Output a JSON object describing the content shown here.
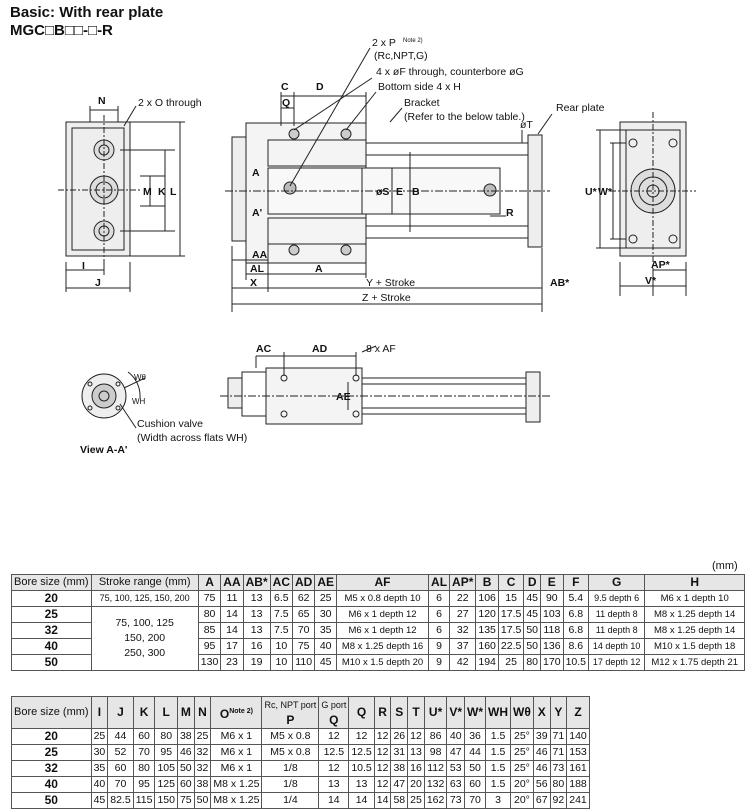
{
  "title": "Basic: With rear plate",
  "model": "MGC□B□□-□-R",
  "unit": "(mm)",
  "drawing": {
    "labels": {
      "n": "N",
      "o_through": "2 x O through",
      "m": "M",
      "k": "K",
      "l": "L",
      "i": "I",
      "j": "J",
      "c": "C",
      "q": "Q",
      "d": "D",
      "p_note": "2 x P",
      "note2": "Note 2)",
      "p_ports": "(Rc,NPT,G)",
      "f_through": "4 x øF through, counterbore øG",
      "bottom_h": "Bottom side 4 x H",
      "bracket": "Bracket",
      "bracket_ref": "(Refer to the below table.)",
      "rear_plate": "Rear plate",
      "phi_t": "øT",
      "phi_s": "øS",
      "e": "E",
      "b": "B",
      "r": "R",
      "a_arrow": "A",
      "a_prime": "A'",
      "aa": "AA",
      "al": "AL",
      "a": "A",
      "x": "X",
      "y_stroke": "Y + Stroke",
      "z_stroke": "Z + Stroke",
      "ab": "AB*",
      "u": "U*",
      "w": "W*",
      "ap": "AP*",
      "v": "V*",
      "ac": "AC",
      "ad": "AD",
      "af": "8 x AF",
      "ae": "AE",
      "cushion": "Cushion valve",
      "width_flats": "(Width across flats WH)",
      "wh": "WH",
      "wtheta": "Wθ",
      "view": "View A-A'"
    }
  },
  "table1": {
    "headers": [
      "Bore size (mm)",
      "Stroke range (mm)",
      "A",
      "AA",
      "AB*",
      "AC",
      "AD",
      "AE",
      "AF",
      "AL",
      "AP*",
      "B",
      "C",
      "D",
      "E",
      "F",
      "G",
      "H"
    ],
    "rows": [
      [
        "20",
        "75, 100, 125, 150, 200",
        "75",
        "11",
        "13",
        "6.5",
        "62",
        "25",
        "M5 x 0.8 depth 10",
        "6",
        "22",
        "106",
        "15",
        "45",
        "90",
        "5.4",
        "9.5 depth 6",
        "M6 x 1 depth 10"
      ],
      [
        "25",
        "75, 100, 125\n150, 200\n250, 300",
        "80",
        "14",
        "13",
        "7.5",
        "65",
        "30",
        "M6 x 1 depth 12",
        "6",
        "27",
        "120",
        "17.5",
        "45",
        "103",
        "6.8",
        "11 depth 8",
        "M8 x 1.25 depth 14"
      ],
      [
        "32",
        "",
        "85",
        "14",
        "13",
        "7.5",
        "70",
        "35",
        "M6 x 1 depth 12",
        "6",
        "32",
        "135",
        "17.5",
        "50",
        "118",
        "6.8",
        "11 depth 8",
        "M8 x 1.25 depth 14"
      ],
      [
        "40",
        "",
        "95",
        "17",
        "16",
        "10",
        "75",
        "40",
        "M8 x 1.25 depth 16",
        "9",
        "37",
        "160",
        "22.5",
        "50",
        "136",
        "8.6",
        "14 depth 10",
        "M10 x 1.5 depth 18"
      ],
      [
        "50",
        "",
        "130",
        "23",
        "19",
        "10",
        "110",
        "45",
        "M10 x 1.5 depth 20",
        "9",
        "42",
        "194",
        "25",
        "80",
        "170",
        "10.5",
        "17 depth 12",
        "M12 x 1.75 depth 21"
      ]
    ]
  },
  "table2": {
    "headers": [
      "Bore size (mm)",
      "I",
      "J",
      "K",
      "L",
      "M",
      "N",
      "O",
      "P",
      "Q",
      "Q",
      "R",
      "S",
      "T",
      "U*",
      "V*",
      "W*",
      "WH",
      "Wθ",
      "X",
      "Y",
      "Z"
    ],
    "p_note": "Note 2)",
    "q_rc": "Rc, NPT port",
    "q_g": "G port",
    "rows": [
      [
        "20",
        "25",
        "44",
        "60",
        "80",
        "38",
        "25",
        "M6 x 1",
        "M5 x 0.8",
        "12",
        "12",
        "12",
        "26",
        "12",
        "86",
        "40",
        "36",
        "1.5",
        "25°",
        "39",
        "71",
        "140"
      ],
      [
        "25",
        "30",
        "52",
        "70",
        "95",
        "46",
        "32",
        "M6 x 1",
        "M5 x 0.8",
        "12.5",
        "12.5",
        "12",
        "31",
        "13",
        "98",
        "47",
        "44",
        "1.5",
        "25°",
        "46",
        "71",
        "153"
      ],
      [
        "32",
        "35",
        "60",
        "80",
        "105",
        "50",
        "32",
        "M6 x 1",
        "1/8",
        "12",
        "10.5",
        "12",
        "38",
        "16",
        "112",
        "53",
        "50",
        "1.5",
        "25°",
        "46",
        "73",
        "161"
      ],
      [
        "40",
        "40",
        "70",
        "95",
        "125",
        "60",
        "38",
        "M8 x 1.25",
        "1/8",
        "13",
        "13",
        "12",
        "47",
        "20",
        "132",
        "63",
        "60",
        "1.5",
        "20°",
        "56",
        "80",
        "188"
      ],
      [
        "50",
        "45",
        "82.5",
        "115",
        "150",
        "75",
        "50",
        "M8 x 1.25",
        "1/4",
        "14",
        "14",
        "14",
        "58",
        "25",
        "162",
        "73",
        "70",
        "3",
        "20°",
        "67",
        "92",
        "241"
      ]
    ]
  }
}
